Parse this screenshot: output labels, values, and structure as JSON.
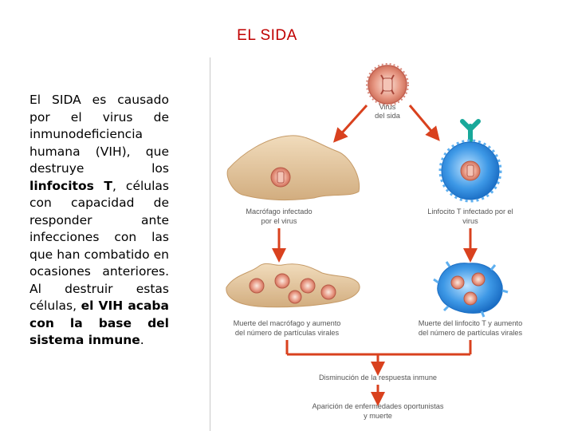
{
  "title": "EL SIDA",
  "paragraph": {
    "p1": "El SIDA es causado por el virus de inmunodeficiencia humana (VIH), que destruye los ",
    "b1": "linfocitos T",
    "p2": ", células con capacidad de responder ante infecciones con las que han combatido en ocasiones anteriores. Al destruir estas células, ",
    "b2": "el VIH acaba con la base del sistema inmune",
    "p3": "."
  },
  "figure": {
    "virus_label_1": "Virus",
    "virus_label_2": "del sida",
    "macrophage_infected_1": "Macrófago infectado",
    "macrophage_infected_2": "por el virus",
    "lymphocyte_infected_1": "Linfocito T infectado por el",
    "lymphocyte_infected_2": "virus",
    "macrophage_death_1": "Muerte del macrófago y aumento",
    "macrophage_death_2": "del número de partículas virales",
    "lymphocyte_death_1": "Muerte del linfocito T y aumento",
    "lymphocyte_death_2": "del número de partículas virales",
    "immune_decrease": "Disminución de la respuesta inmune",
    "diseases_1": "Aparición de enfermedades oportunistas",
    "diseases_2": "y muerte",
    "colors": {
      "arrow": "#d9411e",
      "lymphocyte": "#2f8fe0",
      "macrophage": "#e6c79c",
      "virus": "#e07a6a"
    }
  }
}
